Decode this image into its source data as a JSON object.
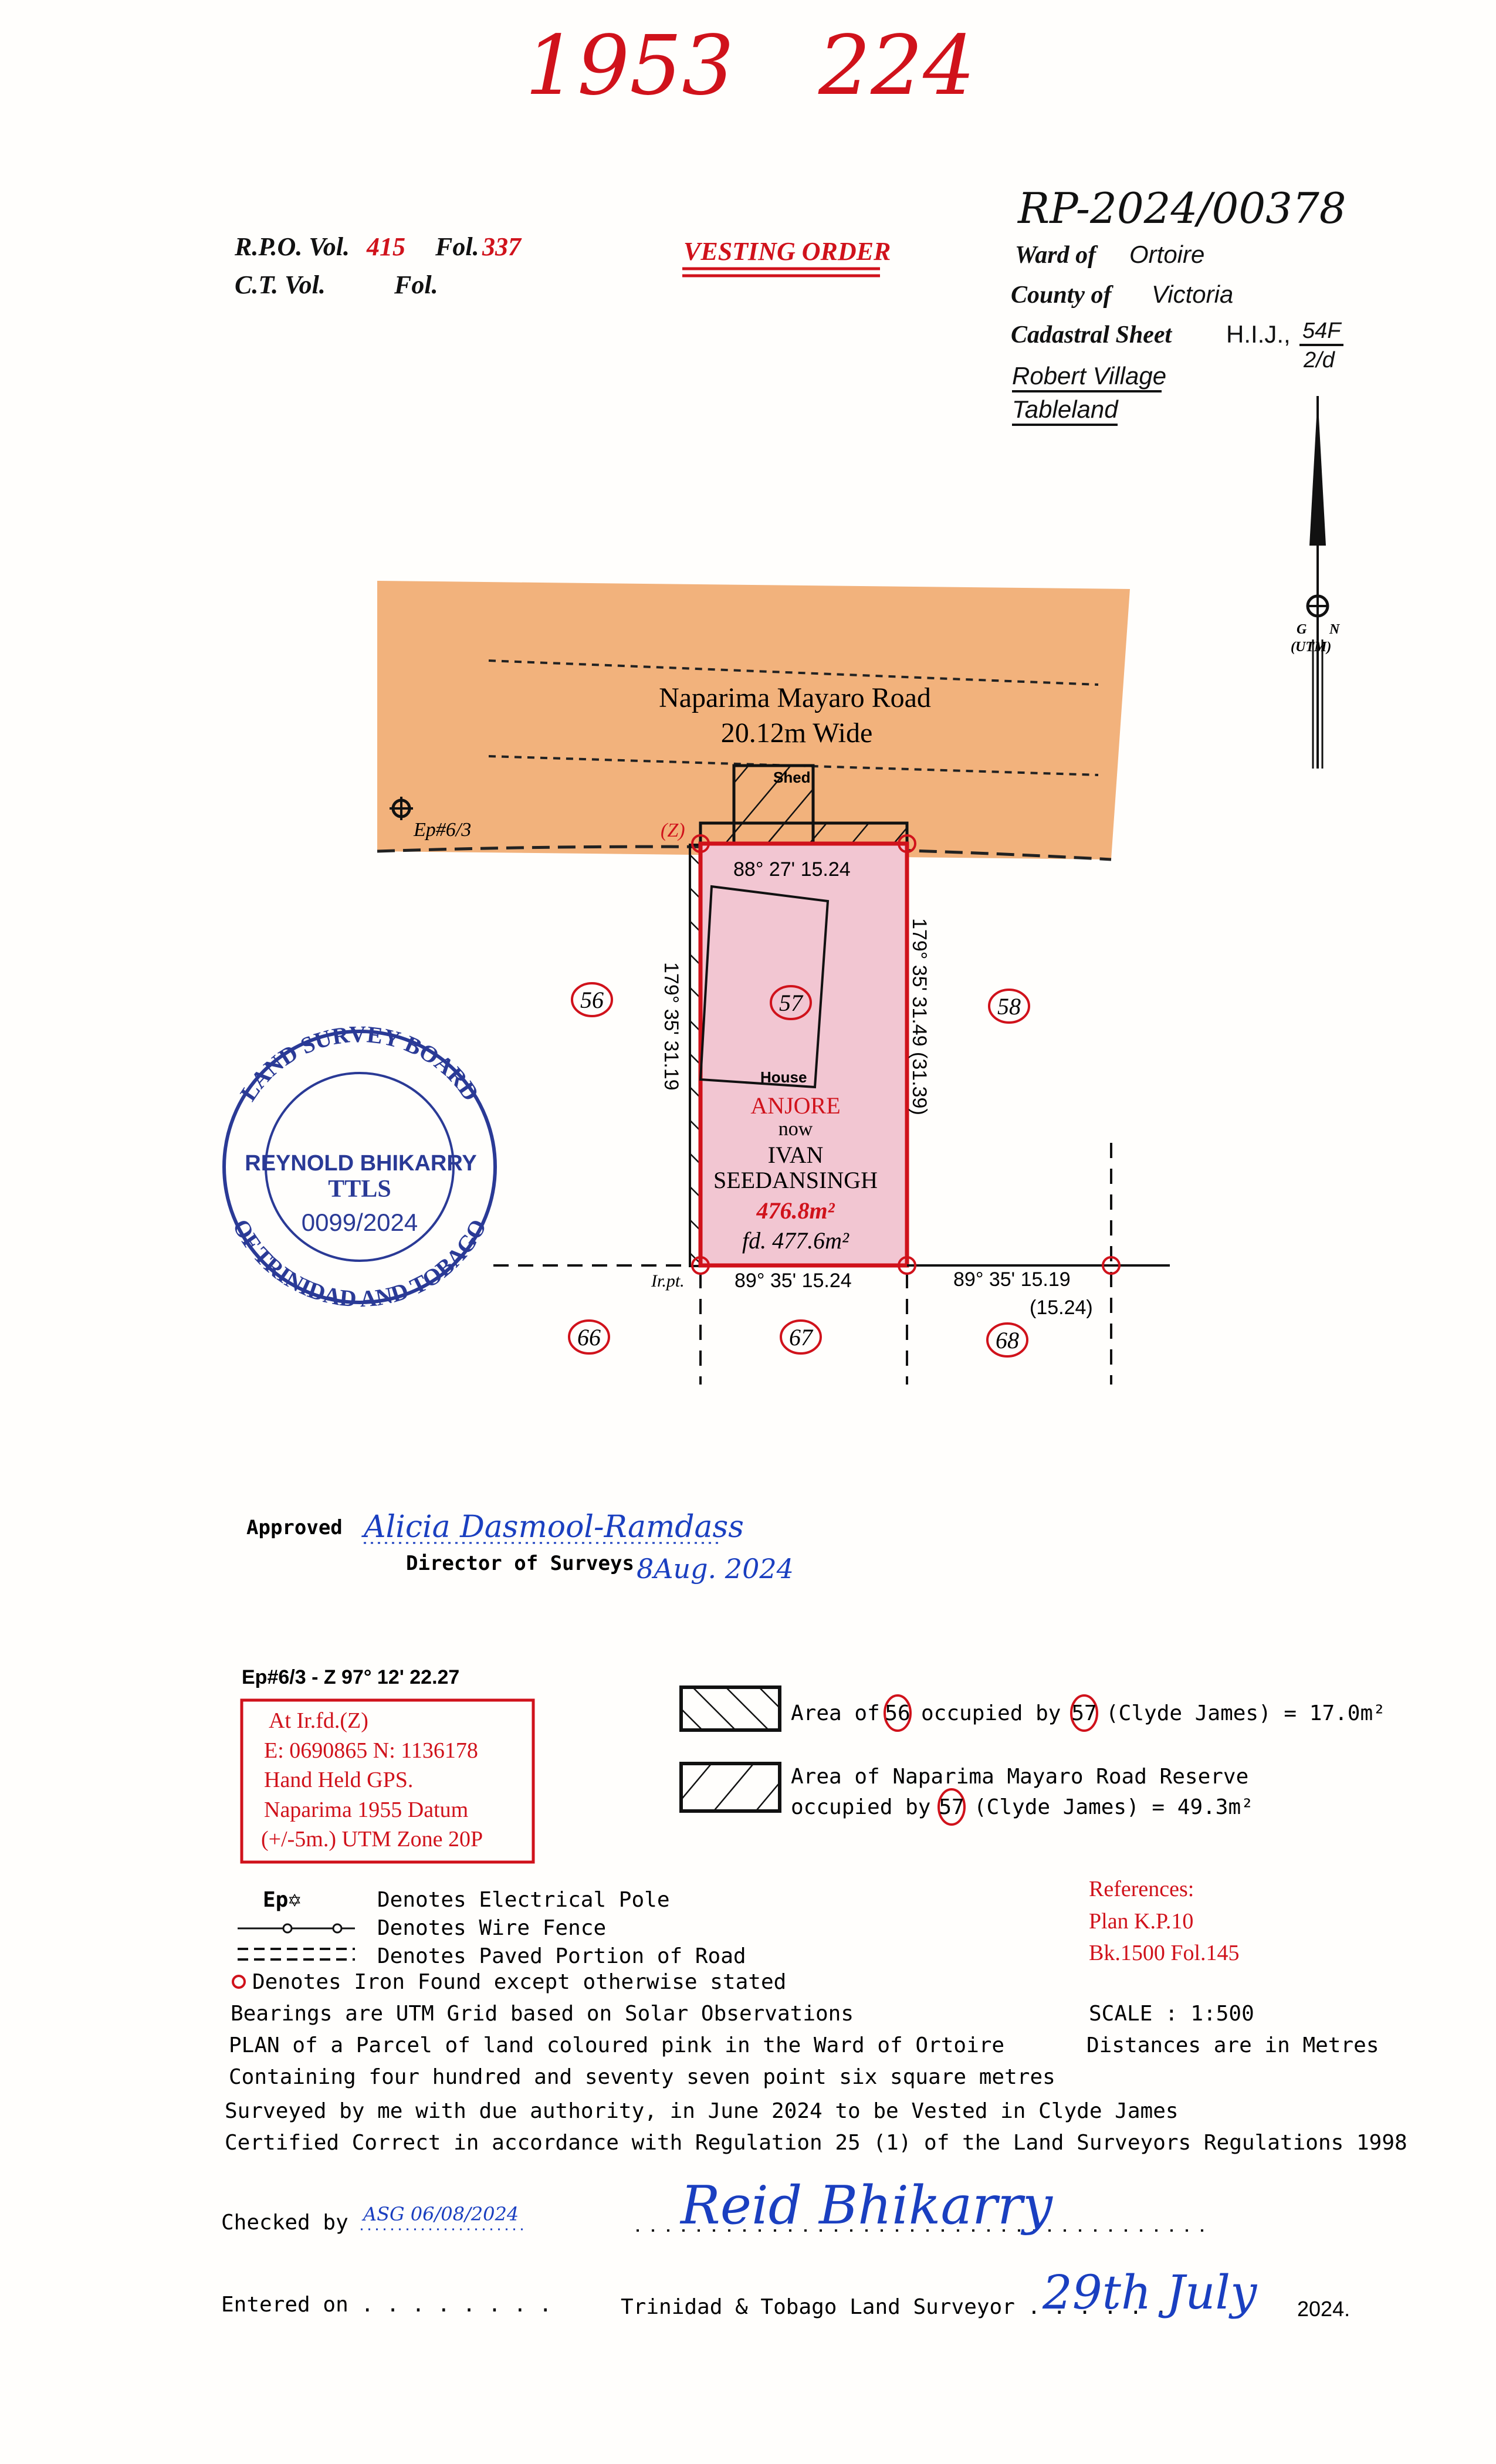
{
  "header": {
    "handwritten_top_left": "1953",
    "handwritten_top_right": "224",
    "rpo_label": "R.P.O. Vol.",
    "rpo_vol": "415",
    "rpo_fol_label": "Fol.",
    "rpo_fol": "337",
    "ct_vol_label": "C.T. Vol.",
    "ct_fol_label": "Fol.",
    "title": "VESTING ORDER",
    "reference_number": "RP-2024/00378",
    "ward_label": "Ward of",
    "ward": "Ortoire",
    "county_label": "County of",
    "county": "Victoria",
    "cadastral_label": "Cadastral Sheet",
    "cadastral_sheet": "H.I.J.,",
    "cadastral_num": "54F",
    "cadastral_den": "2/d",
    "locality_1": "Robert Village",
    "locality_2": "Tableland",
    "north_g": "G",
    "north_n": "N",
    "north_utm": "(UTM)"
  },
  "plan": {
    "road_name": "Naparima Mayaro Road",
    "road_width": "20.12m Wide",
    "shed_label": "Shed",
    "house_label": "House",
    "station_label": "Ep#6/3",
    "z_label": "(Z)",
    "irpt_label": "Ir.pt.",
    "lots": [
      "56",
      "57",
      "58",
      "66",
      "67",
      "68"
    ],
    "top_boundary": "88°  27'  15.24",
    "bottom_boundary": "89°  35'  15.24",
    "right_lot_boundary": "89°  35'  15.19",
    "right_lot_boundary_fd": "(15.24)",
    "left_boundary": "179°     35'     31.19",
    "right_boundary": "179°     35'     31.49  (31.39)",
    "former_owner": "ANJORE",
    "now": "now",
    "owner_1": "IVAN",
    "owner_2": "SEEDANSINGH",
    "area": "476.8m²",
    "area_found": "fd. 477.6m²"
  },
  "stamp": {
    "ring_text": "LAND SURVEY BOARD OF TRINIDAD AND TOBAGO",
    "name": "REYNOLD BHIKARRY",
    "designation": "TTLS",
    "number": "0099/2024"
  },
  "approval": {
    "approved_label": "Approved",
    "signature": "Alicia Dasmool-Ramdass",
    "director_label": "Director of Surveys",
    "date": "8Aug. 2024"
  },
  "coordinates": {
    "bearing_line": "Ep#6/3 - Z   97° 12' 22.27",
    "box_lines": [
      "At Ir.fd.(Z)",
      "E: 0690865   N: 1136178",
      "Hand Held GPS.",
      "Naparima 1955 Datum",
      "(+/-5m.) UTM  Zone  20P"
    ]
  },
  "areas": {
    "a1_pre": "Area of",
    "a1_lot": "56",
    "a1_mid": "occupied by",
    "a1_by": "57",
    "a1_post": "(Clyde James) = 17.0m²",
    "a2_line1": "Area of Naparima Mayaro Road Reserve",
    "a2_pre": "occupied by",
    "a2_by": "57",
    "a2_post": "(Clyde James) = 49.3m²"
  },
  "legend": {
    "ep_symbol": "Ep✡",
    "electrical_pole": "Denotes Electrical Pole",
    "wire_fence": "Denotes Wire Fence",
    "paved_road": "Denotes Paved Portion of Road",
    "iron_found": "Denotes Iron Found except otherwise stated"
  },
  "notes": [
    "Bearings are UTM Grid based on Solar Observations",
    "PLAN of a Parcel of land coloured pink in the Ward of Ortoire",
    "Containing four hundred and seventy seven point six square metres",
    "Surveyed by me with due authority, in June 2024 to be Vested in Clyde James",
    "Certified Correct in accordance with Regulation 25 (1) of the Land Surveyors Regulations 1998"
  ],
  "references": {
    "title": "References:",
    "items": [
      "Plan K.P.10",
      "Bk.1500 Fol.145"
    ],
    "scale": "SCALE  :  1:500",
    "units": "Distances are in Metres"
  },
  "footer": {
    "checked_label": "Checked by",
    "checked_initials": "ASG 06/08/2024",
    "surveyor_signature": "Reid Bhikarry",
    "entered_label": "Entered on . . . . . . . .",
    "surveyor_label": "Trinidad & Tobago  Land Surveyor . . . . . .",
    "date_hand": "29th July",
    "year": "2024."
  },
  "colors": {
    "road": "#f2b27c",
    "parcel": "#f2c6d2",
    "red": "#d0121b",
    "stamp": "#2a3a96",
    "ink": "#1a3fc0"
  }
}
